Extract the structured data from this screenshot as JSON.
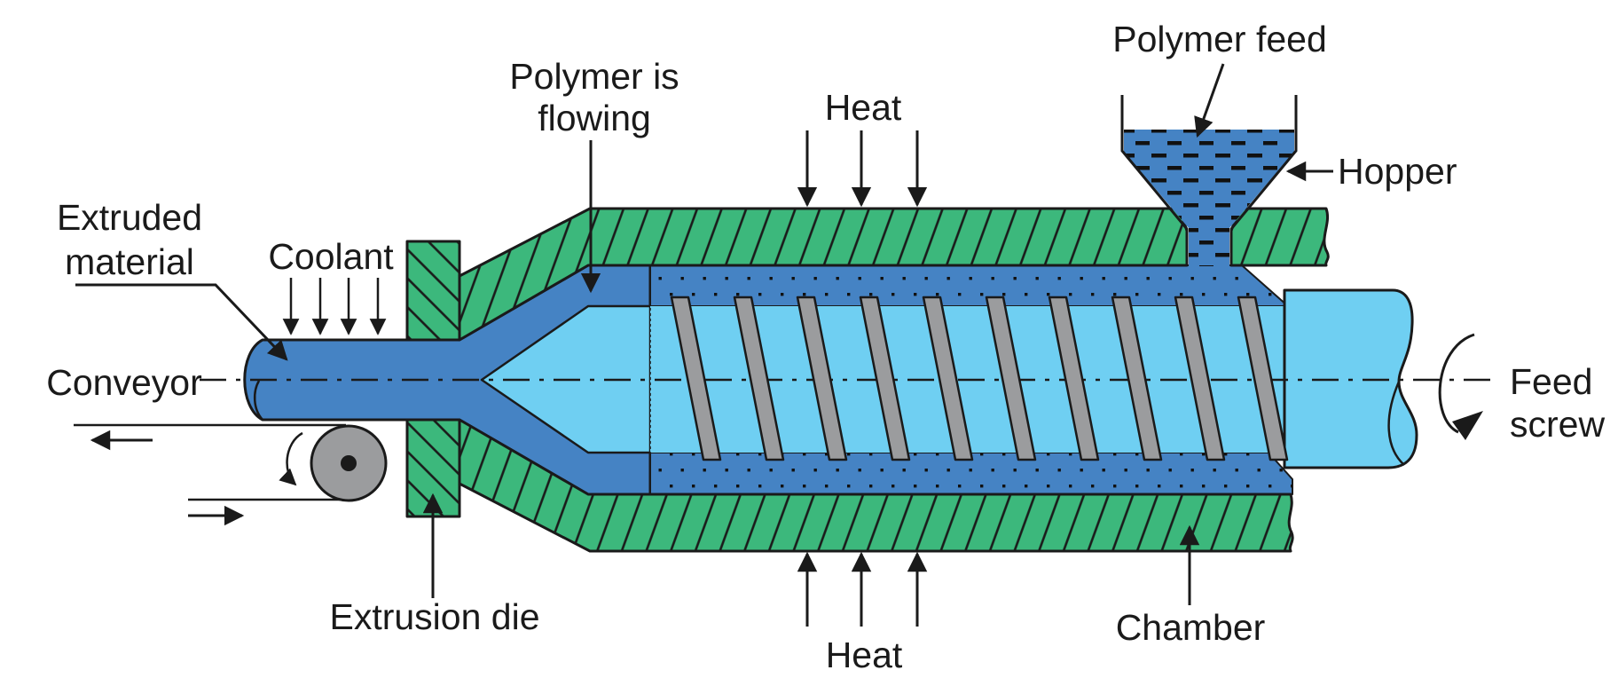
{
  "title": "Polymer extrusion machine diagram",
  "colors": {
    "background": "#FFFFFF",
    "chamber_green": "#3CB87C",
    "polymer_blue": "#4583C4",
    "screw_blue": "#6FCFF2",
    "metal_gray": "#9B9C9E",
    "outline": "#1A1A1A"
  },
  "labels": {
    "extruded_material_line1": "Extruded",
    "extruded_material_line2": "material",
    "coolant": "Coolant",
    "conveyor": "Conveyor",
    "extrusion_die": "Extrusion die",
    "polymer_flowing_line1": "Polymer is",
    "polymer_flowing_line2": "flowing",
    "heat_top": "Heat",
    "heat_bottom": "Heat",
    "polymer_feed": "Polymer feed",
    "hopper": "Hopper",
    "feed_screw_line1": "Feed",
    "feed_screw_line2": "screw",
    "chamber": "Chamber"
  }
}
